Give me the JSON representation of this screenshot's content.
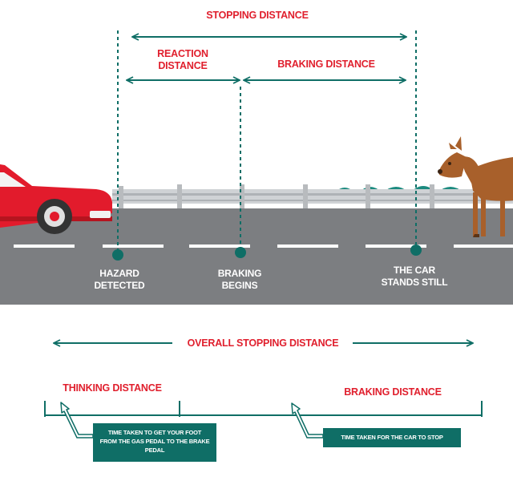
{
  "top": {
    "stopping_distance": "STOPPING DISTANCE",
    "reaction_distance_l1": "REACTION",
    "reaction_distance_l2": "DISTANCE",
    "braking_distance": "BRAKING DISTANCE"
  },
  "road_markers": [
    {
      "line1": "HAZARD",
      "line2": "DETECTED"
    },
    {
      "line1": "BRAKING",
      "line2": "BEGINS"
    },
    {
      "line1": "THE CAR",
      "line2": "STANDS STILL"
    }
  ],
  "bottom": {
    "overall_stopping_distance": "OVERALL STOPPING DISTANCE",
    "thinking_distance": "THINKING DISTANCE",
    "braking_distance": "BRAKING DISTANCE",
    "thinking_note": "TIME TAKEN TO GET YOUR FOOT FROM THE GAS PEDAL TO THE BRAKE PEDAL",
    "braking_note": "TIME TAKEN FOR THE CAR TO STOP"
  },
  "colors": {
    "accent_teal": "#0f6e66",
    "label_red": "#e01f2d",
    "road": "#7c7e81",
    "car": "#e21b2c",
    "deer": "#a8602b"
  }
}
